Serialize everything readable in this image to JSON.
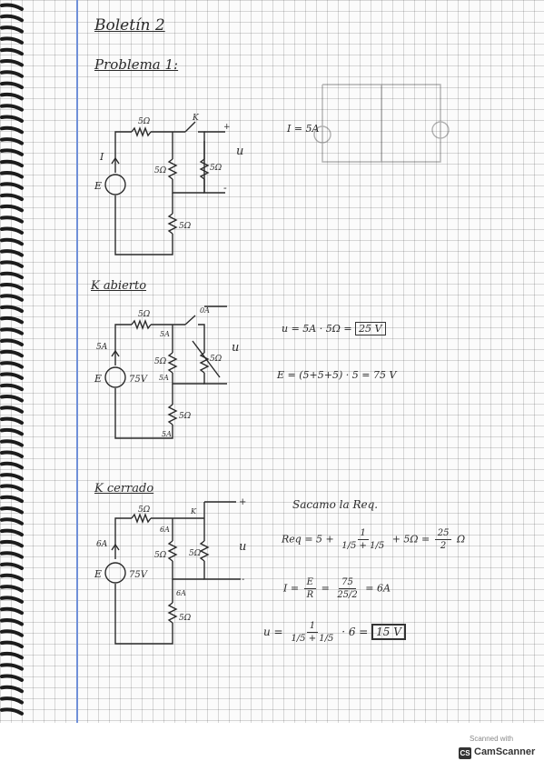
{
  "header": {
    "title": "Boletín 2",
    "problem": "Problema 1:"
  },
  "circuit1": {
    "r_top": "5Ω",
    "r_left": "5Ω",
    "r_right": "5Ω",
    "r_bottom": "5Ω",
    "switch": "K",
    "current": "I",
    "source": "E",
    "output": "u",
    "plus": "+",
    "minus": "-"
  },
  "side_sketch": {
    "current": "I = 5A"
  },
  "open_case": {
    "heading": "K abierto",
    "r_top": "5Ω",
    "r_left": "5Ω",
    "r_right": "5Ω",
    "r_bottom": "5Ω",
    "current_top": "5A",
    "current_left": "5A",
    "current_mid": "5A",
    "current_bottom": "5A",
    "switch_current": "0A",
    "source": "E",
    "source_value": "75V",
    "output": "u",
    "eq_u_left": "u = 5A · 5Ω =",
    "eq_u_result": "25 V",
    "eq_e": "E = (5+5+5) · 5 = 75 V"
  },
  "closed_case": {
    "heading": "K cerrado",
    "r_top": "5Ω",
    "r_left": "5Ω",
    "r_right": "5Ω",
    "r_bottom": "5Ω",
    "current_top": "6A",
    "current_left": "6A",
    "current_bottom": "6A",
    "switch": "K",
    "source": "E",
    "source_value": "75V",
    "output": "u",
    "plus": "+",
    "minus": "-",
    "note": "Sacamo la Req.",
    "req_left": "Req = 5 +",
    "req_num": "1",
    "req_den": "1/5 + 1/5",
    "req_right": "+ 5Ω =",
    "req_res_num": "25",
    "req_res_den": "2",
    "req_unit": "Ω",
    "i_left": "I =",
    "i_num1": "E",
    "i_den1": "R",
    "i_eq": "=",
    "i_num2": "75",
    "i_den2": "25/2",
    "i_result": "= 6A",
    "u_left": "u =",
    "u_num": "1",
    "u_den": "1/5 + 1/5",
    "u_mult": "· 6 =",
    "u_result": "15 V"
  },
  "scanner": {
    "scanned_with": "Scanned with",
    "brand": "CamScanner",
    "logo": "CS"
  }
}
